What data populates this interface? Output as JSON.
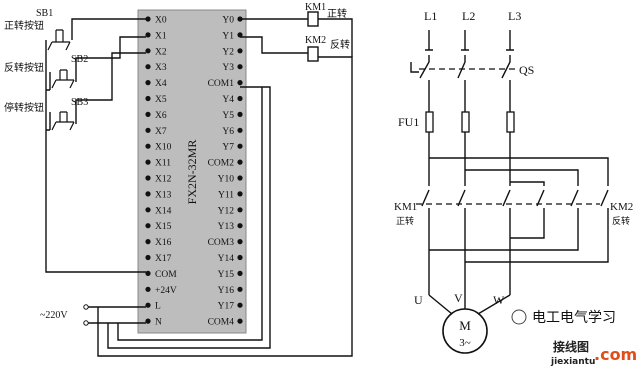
{
  "plc": {
    "model": "FX2N-32MR",
    "inputs": [
      "X0",
      "X1",
      "X2",
      "X3",
      "X4",
      "X5",
      "X6",
      "X7",
      "X10",
      "X11",
      "X12",
      "X13",
      "X14",
      "X15",
      "X16",
      "X17",
      "COM",
      "+24V",
      "L",
      "N"
    ],
    "outputs": [
      "Y0",
      "Y1",
      "Y2",
      "Y3",
      "COM1",
      "Y4",
      "Y5",
      "Y6",
      "Y7",
      "COM2",
      "Y10",
      "Y11",
      "Y12",
      "Y13",
      "COM3",
      "Y14",
      "Y15",
      "Y16",
      "Y17",
      "COM4"
    ]
  },
  "buttons": [
    {
      "tag": "SB1",
      "label": "正转按钮"
    },
    {
      "tag": "SB2",
      "label": "反转按钮"
    },
    {
      "tag": "SB3",
      "label": "停转按钮"
    }
  ],
  "power_label": "~220V",
  "relays": [
    {
      "tag": "KM1",
      "label": "正转"
    },
    {
      "tag": "KM2",
      "label": "反转"
    }
  ],
  "main_circuit": {
    "phases": [
      "L1",
      "L2",
      "L3"
    ],
    "switch": "QS",
    "fuse": "FU1",
    "km1": {
      "tag": "KM1",
      "label": "正转"
    },
    "km2": {
      "tag": "KM2",
      "label": "反转"
    },
    "terminals": [
      "U",
      "V",
      "W"
    ],
    "motor": {
      "letter": "M",
      "phase": "3~"
    }
  },
  "watermark": {
    "channel": "电工电气学习",
    "site_cn": "接线图",
    "domain": "jiexiantu",
    "suffix": ".com"
  }
}
